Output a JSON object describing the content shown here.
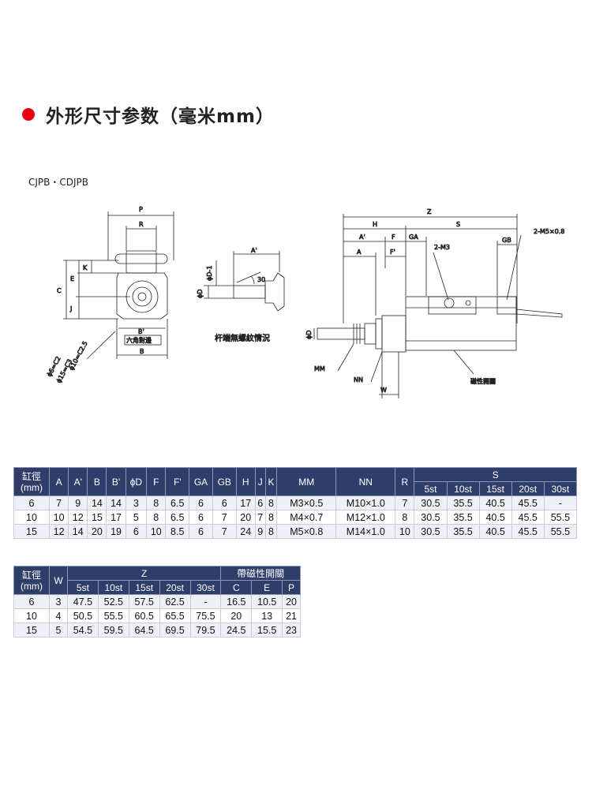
{
  "heading": "外形尺寸参数（毫米mm）",
  "model": "CJPB・CDJPB",
  "drawing_labels": {
    "P": "P",
    "R": "R",
    "C": "C",
    "E": "E",
    "K": "K",
    "J": "J",
    "B_prime": "B'",
    "hex": "六角對邊",
    "B": "B",
    "chamfer1": "ϕ6=C2",
    "chamfer2": "ϕ10=C2.5",
    "chamfer3": "ϕ15=C3",
    "A_prime": "A'",
    "D1": "ϕD-1",
    "D": "ϕD",
    "angle": "30",
    "no_thread": "杆端無螺紋情況",
    "Z": "Z",
    "H": "H",
    "S": "S",
    "GA": "GA",
    "F": "F",
    "A": "A",
    "F_prime": "F'",
    "GB": "GB",
    "M3": "2-M3",
    "M5": "2-M5×0.8",
    "MM": "MM",
    "NN": "NN",
    "W": "W",
    "switch": "磁性開關"
  },
  "table1": {
    "bore_header": "缸徑\n(mm)",
    "columns": [
      "A",
      "A'",
      "B",
      "B'",
      "ϕD",
      "F",
      "F'",
      "GA",
      "GB",
      "H",
      "J",
      "K",
      "MM",
      "NN",
      "R"
    ],
    "s_header": "S",
    "s_columns": [
      "5st",
      "10st",
      "15st",
      "20st",
      "30st"
    ],
    "rows": [
      [
        "6",
        "7",
        "9",
        "14",
        "14",
        "3",
        "8",
        "6.5",
        "6",
        "6",
        "17",
        "6",
        "8",
        "M3×0.5",
        "M10×1.0",
        "7",
        "30.5",
        "35.5",
        "40.5",
        "45.5",
        "-"
      ],
      [
        "10",
        "10",
        "12",
        "15",
        "17",
        "5",
        "8",
        "6.5",
        "6",
        "7",
        "20",
        "7",
        "8",
        "M4×0.7",
        "M12×1.0",
        "8",
        "30.5",
        "35.5",
        "40.5",
        "45.5",
        "55.5"
      ],
      [
        "15",
        "12",
        "14",
        "20",
        "19",
        "6",
        "10",
        "8.5",
        "6",
        "7",
        "24",
        "9",
        "8",
        "M5×0.8",
        "M14×1.0",
        "10",
        "30.5",
        "35.5",
        "40.5",
        "45.5",
        "55.5"
      ]
    ]
  },
  "table2": {
    "bore_header": "缸徑\n(mm)",
    "w_header": "W",
    "z_header": "Z",
    "z_columns": [
      "5st",
      "10st",
      "15st",
      "20st",
      "30st"
    ],
    "switch_header": "帶磁性開關",
    "switch_columns": [
      "C",
      "E",
      "P"
    ],
    "rows": [
      [
        "6",
        "3",
        "47.5",
        "52.5",
        "57.5",
        "62.5",
        "-",
        "16.5",
        "10.5",
        "20"
      ],
      [
        "10",
        "4",
        "50.5",
        "55.5",
        "60.5",
        "65.5",
        "75.5",
        "20",
        "13",
        "21"
      ],
      [
        "15",
        "5",
        "54.5",
        "59.5",
        "64.5",
        "69.5",
        "79.5",
        "24.5",
        "15.5",
        "23"
      ]
    ]
  },
  "colors": {
    "accent_dot": "#e60012",
    "table_header": "#2f3d6a"
  }
}
